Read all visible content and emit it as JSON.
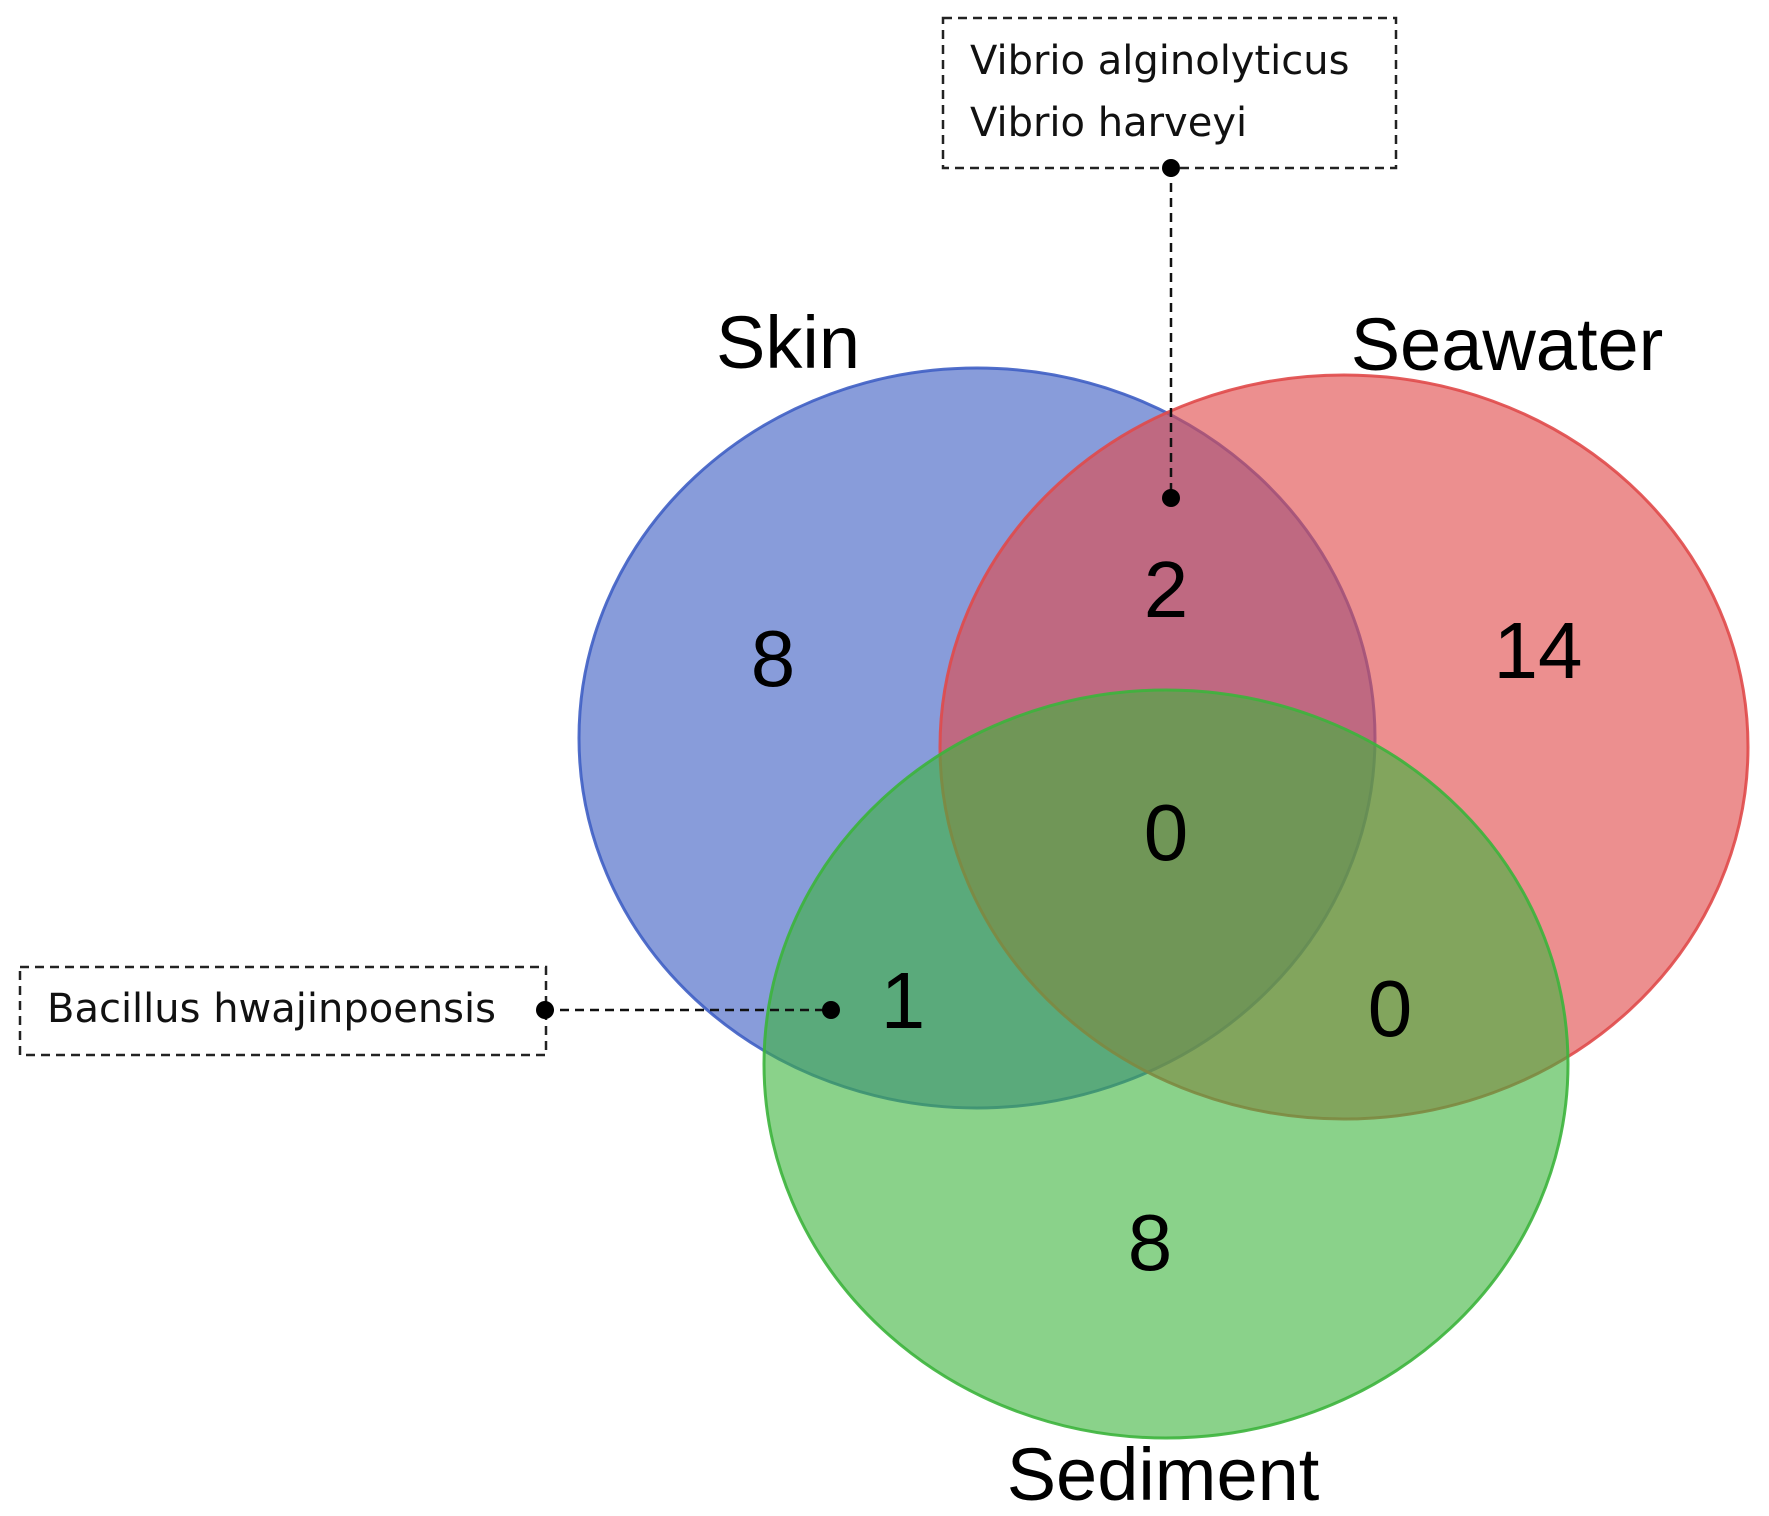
{
  "sets": [
    {
      "name": "Skin",
      "color": "#3f5fc4",
      "fill_opacity": 0.62
    },
    {
      "name": "Seawater",
      "color": "#e04a4a",
      "fill_opacity": 0.62
    },
    {
      "name": "Sediment",
      "color": "#3cb43c",
      "fill_opacity": 0.6
    }
  ],
  "regions": {
    "skin_only": "8",
    "seawater_only": "14",
    "sediment_only": "8",
    "skin_seawater": "2",
    "skin_sediment": "1",
    "seawater_sediment": "0",
    "all_three": "0"
  },
  "callouts": {
    "skin_seawater": [
      "Vibrio alginolyticus",
      "Vibrio harveyi"
    ],
    "skin_sediment": [
      "Bacillus hwajinpoensis"
    ]
  }
}
